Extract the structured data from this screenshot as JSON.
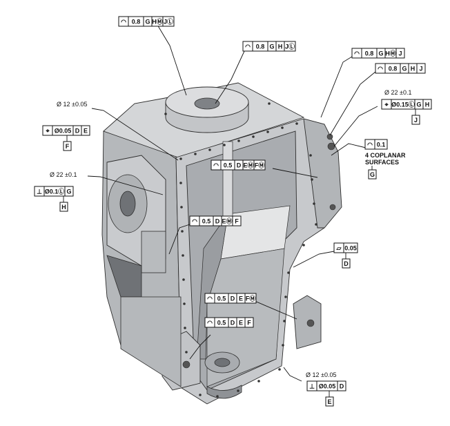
{
  "callouts": [
    {
      "id": "fcf-top-left",
      "cells": [
        "◠",
        "0.8",
        "G",
        "HⓂ",
        "JⓁ"
      ]
    },
    {
      "id": "fcf-top-center",
      "cells": [
        "◠",
        "0.8",
        "G",
        "H",
        "JⓁ"
      ]
    },
    {
      "id": "fcf-right-1",
      "cells": [
        "◠",
        "0.8",
        "G",
        "HⓂ",
        "J"
      ]
    },
    {
      "id": "fcf-right-2",
      "cells": [
        "◠",
        "0.8",
        "G",
        "H",
        "J"
      ]
    },
    {
      "id": "fcf-right-3",
      "dimension": "Ø 22 ±0.1",
      "cells": [
        "⌖",
        "Ø0.15Ⓛ",
        "G",
        "H"
      ],
      "datum": "J"
    },
    {
      "id": "fcf-right-4",
      "cells": [
        "◠",
        "0.1"
      ],
      "notes": [
        "4 COPLANAR",
        "SURFACES"
      ],
      "datum": "G"
    },
    {
      "id": "fcf-left-1",
      "dimension": "Ø 12 ±0.05",
      "cells": [
        "⌖",
        "Ø0.05",
        "D",
        "E"
      ],
      "datum": "F"
    },
    {
      "id": "fcf-left-2",
      "dimension": "Ø 22 ±0.1",
      "cells": [
        "⊥",
        "Ø0.1Ⓛ",
        "G"
      ],
      "datum": "H"
    },
    {
      "id": "fcf-inner-1",
      "cells": [
        "◠",
        "0.5",
        "D",
        "EⓂ",
        "FⓂ"
      ]
    },
    {
      "id": "fcf-inner-2",
      "cells": [
        "◠",
        "0.5",
        "D",
        "EⓂ",
        "F"
      ]
    },
    {
      "id": "fcf-right-5",
      "cells": [
        "▱",
        "0.05"
      ],
      "datum": "D"
    },
    {
      "id": "fcf-inner-3",
      "cells": [
        "◠",
        "0.5",
        "D",
        "E",
        "FⓂ"
      ]
    },
    {
      "id": "fcf-inner-4",
      "cells": [
        "◠",
        "0.5",
        "D",
        "E",
        "F"
      ]
    },
    {
      "id": "fcf-bottom-right",
      "dimension": "Ø 12 ±0.05",
      "cells": [
        "⊥",
        "Ø0.05",
        "D"
      ],
      "datum": "E"
    }
  ],
  "colors": {
    "part_light": "#d4d6d8",
    "part_mid": "#b5b8bb",
    "part_dark": "#8f9296",
    "part_shadow": "#6f7276",
    "outline": "#2c2c2c"
  }
}
